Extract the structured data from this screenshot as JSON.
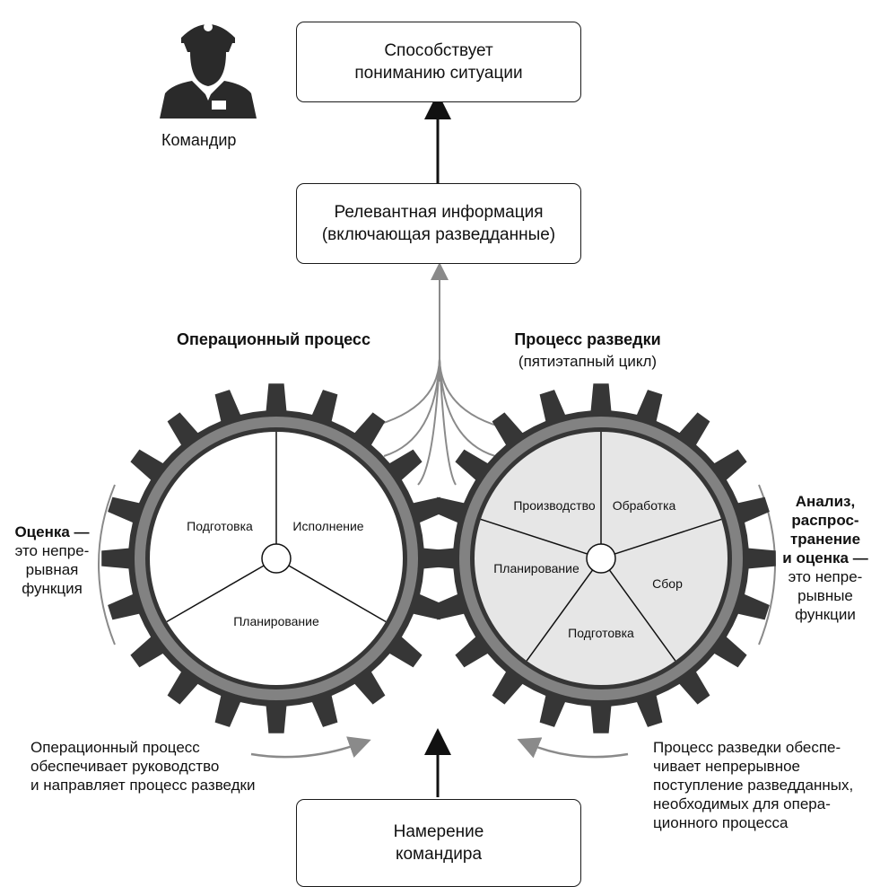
{
  "commander": {
    "label": "Командир",
    "icon": "commander-icon"
  },
  "boxes": {
    "top": [
      "Способствует",
      "пониманию ситуации"
    ],
    "middle": [
      "Релевантная информация",
      "(включающая разведданные)"
    ],
    "bottom": [
      "Намерение",
      "командира"
    ]
  },
  "operational": {
    "title": "Операционный процесс",
    "segments": [
      "Подготовка",
      "Исполнение",
      "Планирование"
    ]
  },
  "intelligence": {
    "title": "Процесс разведки",
    "subtitle": "(пятиэтапный цикл)",
    "segments": [
      "Производство",
      "Обработка",
      "Планирование",
      "Сбор",
      "Подготовка"
    ]
  },
  "left_note": {
    "bold": "Оценка —",
    "lines": [
      "это непре-",
      "рывная",
      "функция"
    ]
  },
  "right_note": {
    "bold": [
      "Анализ,",
      "распрос-",
      "транение",
      "и оценка —"
    ],
    "lines": [
      "это непре-",
      "рывные",
      "функции"
    ]
  },
  "bottom_left_caption": [
    "Операционный процесс",
    "обеспечивает руководство",
    "и направляет процесс разведки"
  ],
  "bottom_right_caption": [
    "Процесс разведки обеспе-",
    "чивает непрерывное",
    "поступление разведданных,",
    "необходимых для опера-",
    "ционного процесса"
  ],
  "colors": {
    "gear": "#363636",
    "ring": "#828282",
    "intel_fill": "#e6e6e6",
    "arrow_gray": "#8a8a8a"
  }
}
